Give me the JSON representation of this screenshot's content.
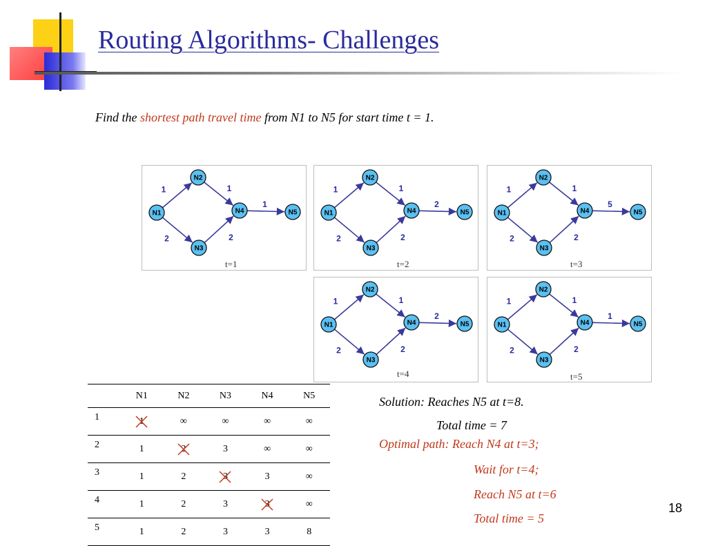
{
  "slide": {
    "title": "Routing Algorithms- Challenges",
    "question": {
      "prefix": "Find the ",
      "highlight": "shortest path travel time",
      "suffix": " from N1 to N5 for start time t = 1."
    },
    "page_number": "18"
  },
  "colors": {
    "title": "#2b2b9c",
    "highlight": "#c0391b",
    "node_fill": "#5bc0f2",
    "edge": "#3a3a9a",
    "weight_text": "#2a2aa0"
  },
  "graph": {
    "nodes": [
      "N1",
      "N2",
      "N3",
      "N4",
      "N5"
    ],
    "edges": [
      {
        "from": "N1",
        "to": "N2"
      },
      {
        "from": "N1",
        "to": "N3"
      },
      {
        "from": "N2",
        "to": "N4"
      },
      {
        "from": "N3",
        "to": "N4"
      },
      {
        "from": "N4",
        "to": "N5"
      }
    ]
  },
  "panels": [
    {
      "label": "t=1",
      "weights": [
        "1",
        "2",
        "1",
        "2",
        "1"
      ]
    },
    {
      "label": "t=2",
      "weights": [
        "1",
        "2",
        "1",
        "2",
        "2"
      ]
    },
    {
      "label": "t=3",
      "weights": [
        "1",
        "2",
        "1",
        "2",
        "5"
      ]
    },
    {
      "label": "t=4",
      "weights": [
        "1",
        "2",
        "1",
        "2",
        "2"
      ]
    },
    {
      "label": "t=5",
      "weights": [
        "1",
        "2",
        "1",
        "2",
        "1"
      ]
    }
  ],
  "table": {
    "headers": [
      "",
      "N1",
      "N2",
      "N3",
      "N4",
      "N5"
    ],
    "rows": [
      {
        "t": "1",
        "values": [
          "1",
          "∞",
          "∞",
          "∞",
          "∞"
        ],
        "crossed": 0
      },
      {
        "t": "2",
        "values": [
          "1",
          "2",
          "3",
          "∞",
          "∞"
        ],
        "crossed": 1
      },
      {
        "t": "3",
        "values": [
          "1",
          "2",
          "3",
          "3",
          "∞"
        ],
        "crossed": 2
      },
      {
        "t": "4",
        "values": [
          "1",
          "2",
          "3",
          "3",
          "∞"
        ],
        "crossed": 3
      },
      {
        "t": "5",
        "values": [
          "1",
          "2",
          "3",
          "3",
          "8"
        ],
        "crossed": -1
      }
    ]
  },
  "solution": {
    "line1": "Solution: Reaches N5 at t=8.",
    "line2": "Total time = 7",
    "optimal1": "Optimal path: Reach N4 at t=3;",
    "optimal2": "Wait for t=4;",
    "optimal3": "Reach N5 at t=6",
    "optimal4": "Total time = 5"
  }
}
